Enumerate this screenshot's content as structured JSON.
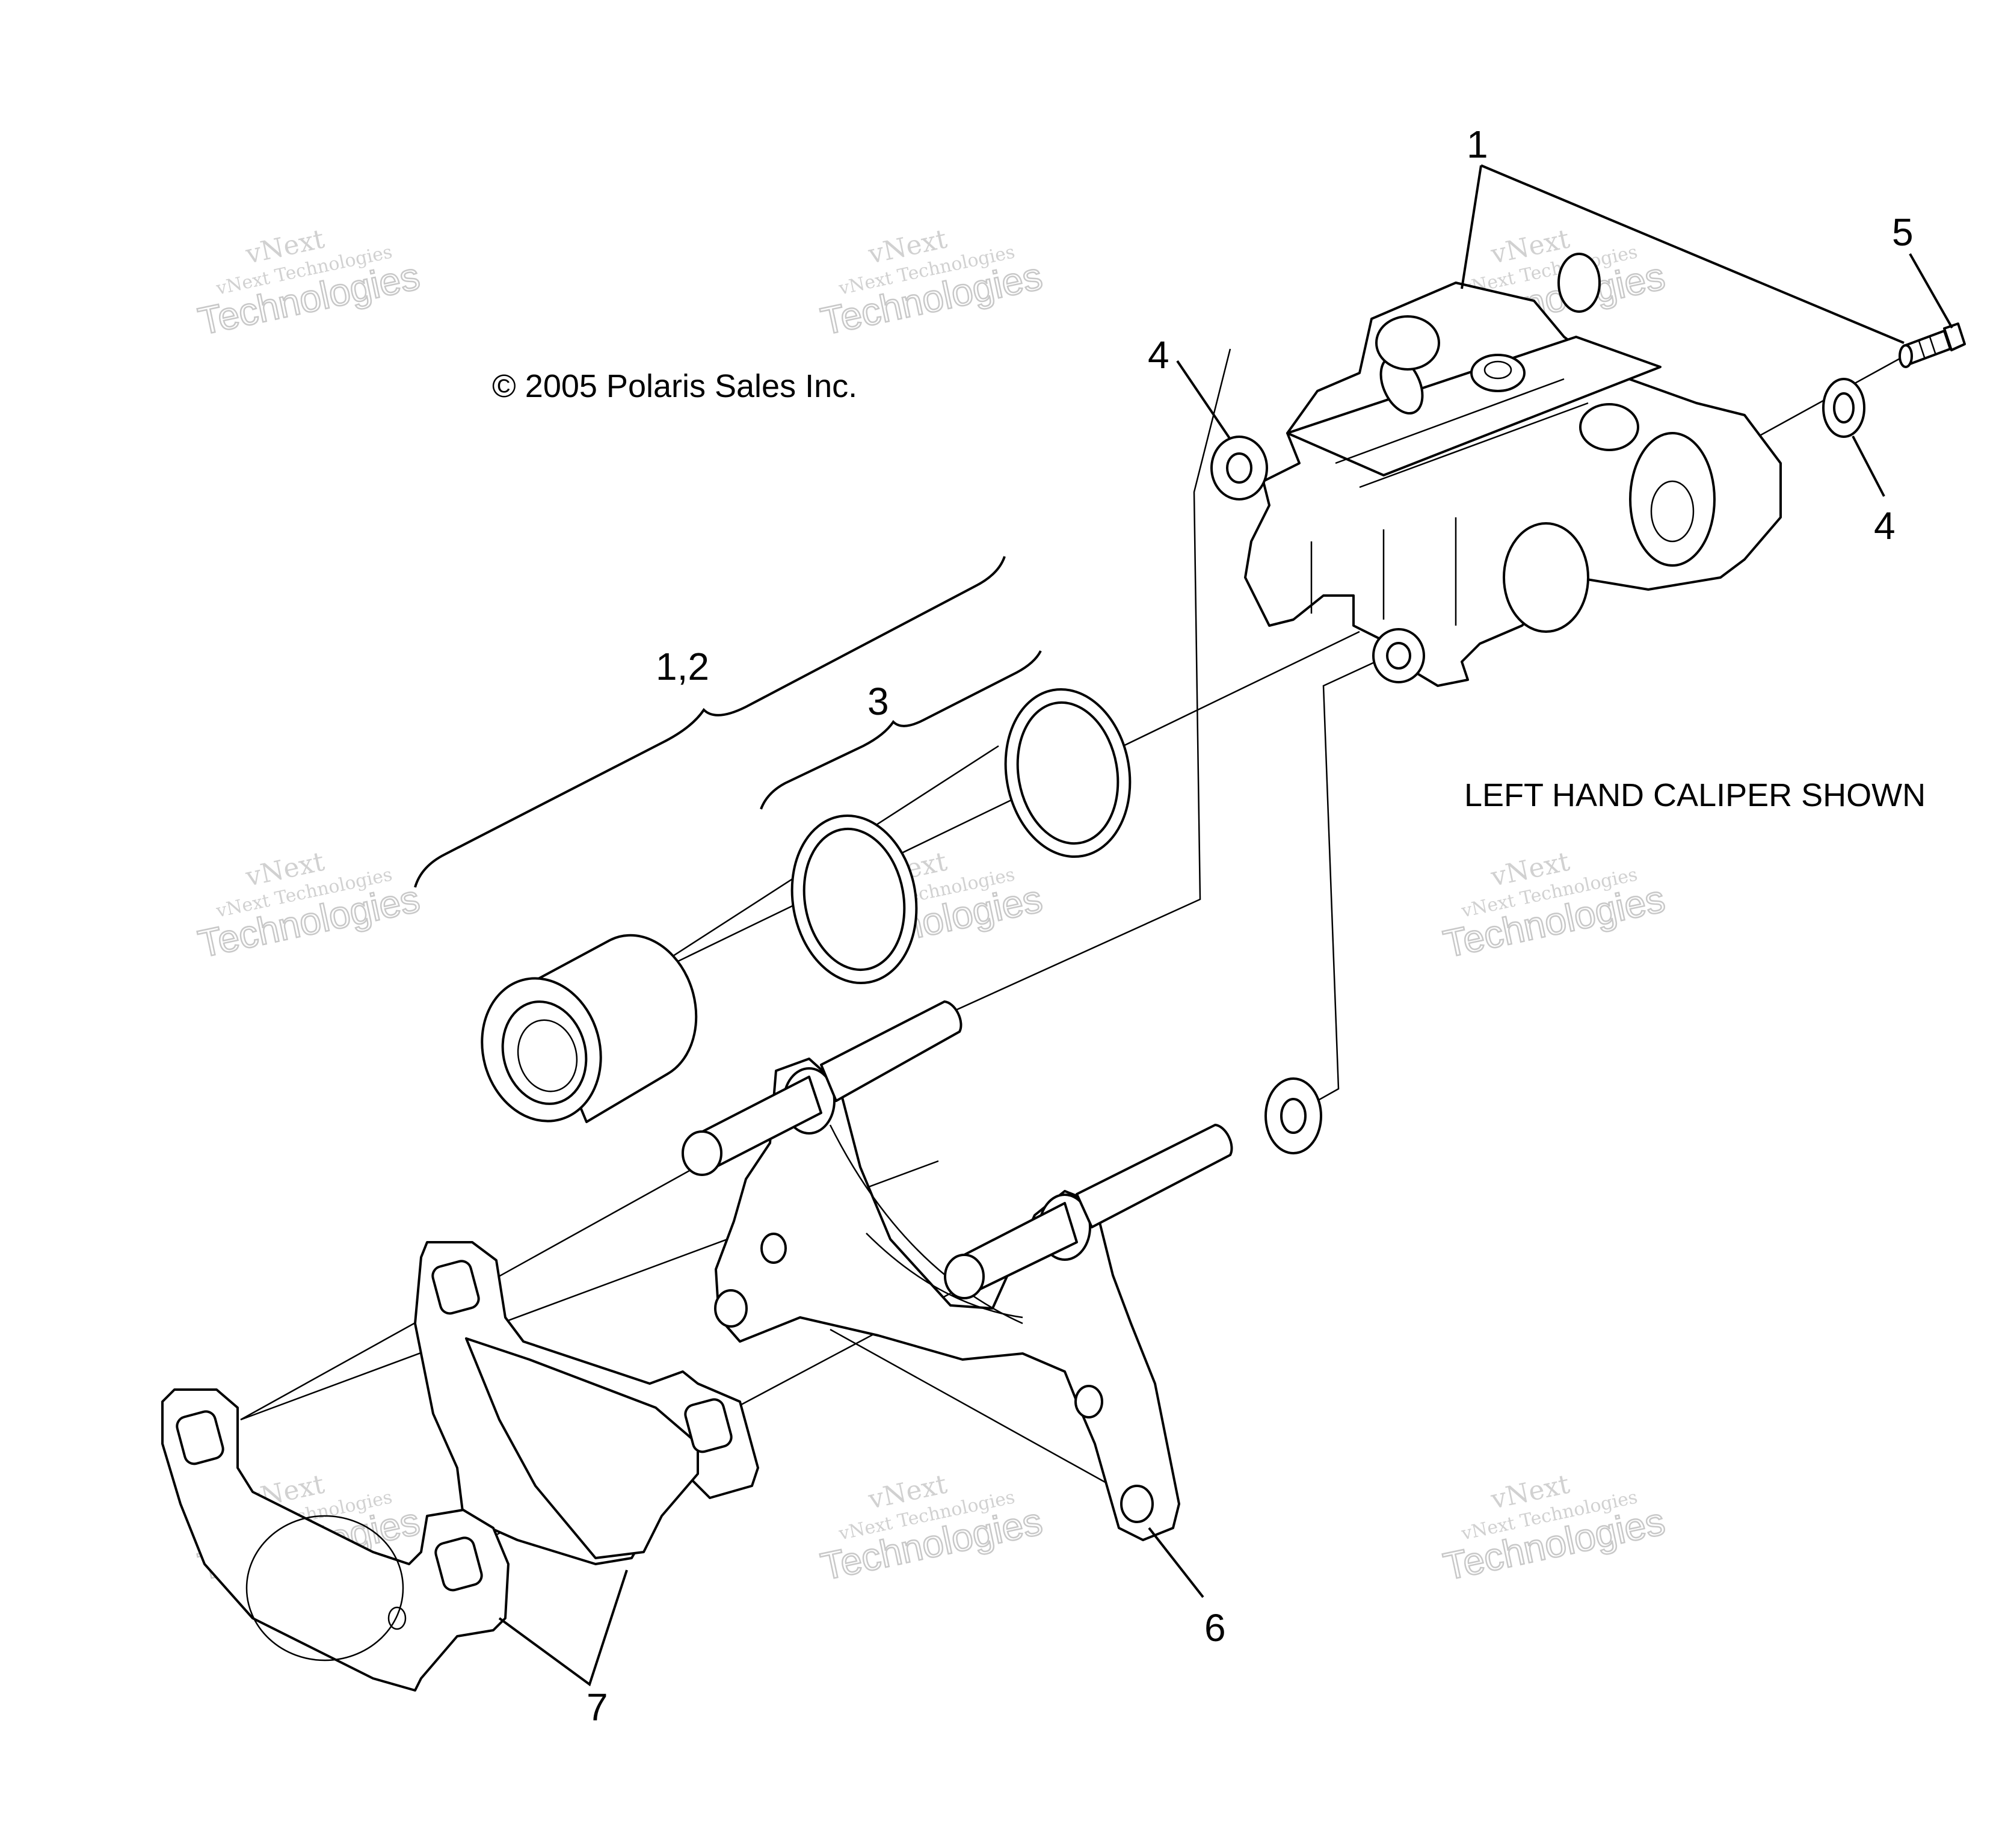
{
  "copyright": "© 2005 Polaris Sales Inc.",
  "caption": "LEFT HAND CALIPER SHOWN",
  "callouts": {
    "c1": "1",
    "c5": "5",
    "c4a": "4",
    "c4b": "4",
    "c12": "1,2",
    "c3": "3",
    "c6": "6",
    "c7": "7"
  },
  "watermark": {
    "line1": "vNext",
    "line2": "vNext Technologies",
    "line3": "Technologies"
  },
  "colors": {
    "ink": "#000000",
    "paper": "#ffffff",
    "watermark": "#9a9a9a"
  }
}
